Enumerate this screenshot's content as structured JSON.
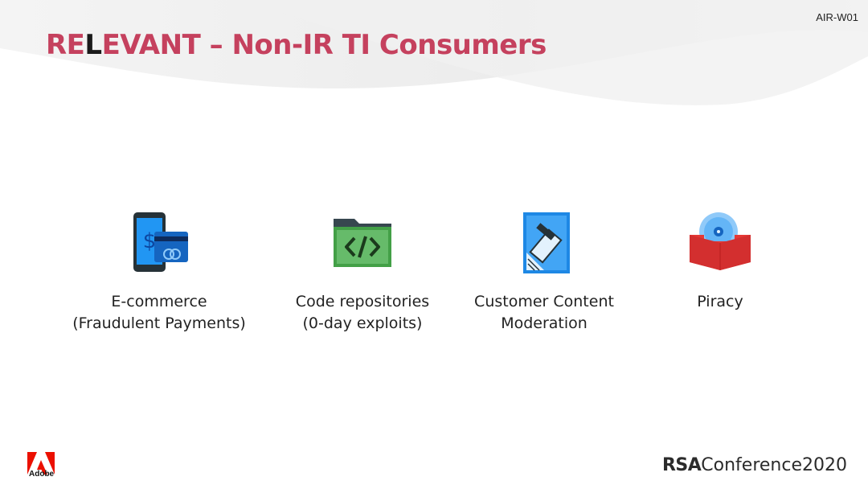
{
  "session_id": "AIR-W01",
  "title": {
    "part1": "RE",
    "highlight": "L",
    "part2": "EVANT – Non-IR TI Consumers"
  },
  "items": [
    {
      "line1": "E-commerce",
      "line2": "(Fraudulent Payments)",
      "icon": "mobile-payment-icon"
    },
    {
      "line1": "Code repositories",
      "line2": "(0-day exploits)",
      "icon": "code-folder-icon"
    },
    {
      "line1": "Customer Content",
      "line2": "Moderation",
      "icon": "document-edit-icon"
    },
    {
      "line1": "Piracy",
      "line2": "",
      "icon": "disc-box-icon"
    }
  ],
  "footer": {
    "left_logo_text": "Adobe",
    "brand_bold": "RSA",
    "brand_light": "Conference2020"
  },
  "colors": {
    "title": "#c5415e",
    "title_highlight": "#1a1a1a",
    "text": "#222222",
    "adobe_red": "#eb1000"
  }
}
